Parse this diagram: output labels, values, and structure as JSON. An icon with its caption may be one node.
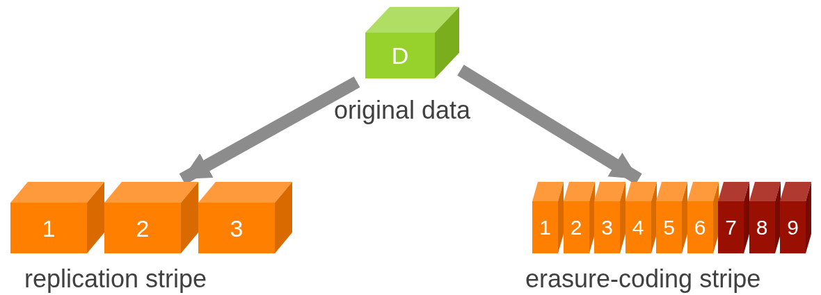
{
  "diagram": {
    "nodes": [
      {
        "text": [
          "D",
          "original data"
        ]
      },
      {
        "text": [
          "replication stripe"
        ]
      },
      {
        "text": [
          "1"
        ],
        "in": 1
      },
      {
        "text": [
          "2"
        ],
        "in": 1
      },
      {
        "text": [
          "3"
        ],
        "in": 1
      },
      {
        "text": [
          "erasure-coding stripe"
        ]
      },
      {
        "text": [
          "1"
        ],
        "in": 5
      },
      {
        "text": [
          "2"
        ],
        "in": 5
      },
      {
        "text": [
          "3"
        ],
        "in": 5
      },
      {
        "text": [
          "4"
        ],
        "in": 5
      },
      {
        "text": [
          "5"
        ],
        "in": 5
      },
      {
        "text": [
          "6"
        ],
        "in": 5
      },
      {
        "text": [
          "7"
        ],
        "in": 5
      },
      {
        "text": [
          "8"
        ],
        "in": 5
      },
      {
        "text": [
          "9"
        ],
        "in": 5
      }
    ],
    "edges": [
      {
        "from": 0,
        "to": 1,
        "arrow": "to"
      },
      {
        "from": 0,
        "to": 5,
        "arrow": "to"
      }
    ]
  }
}
